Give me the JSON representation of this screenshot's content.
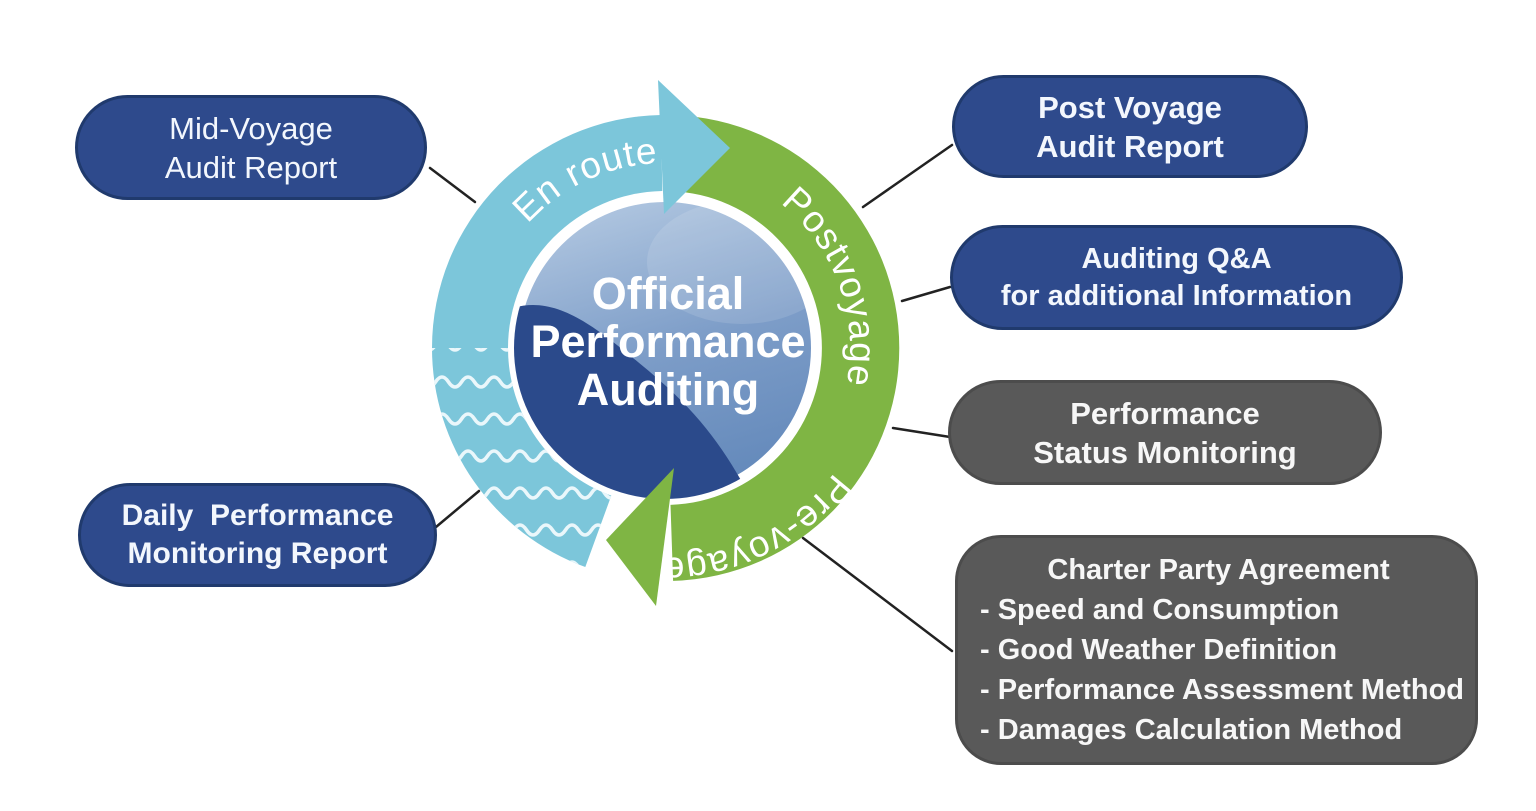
{
  "diagram": {
    "center": {
      "line1": "Official",
      "line2": "Performance",
      "line3": "Auditing"
    },
    "ring_labels": {
      "en_route": "En route",
      "postvoyage": "Postvoyage",
      "pre_voyage": "Pre-voyage"
    }
  },
  "boxes": {
    "mid_voyage": {
      "line1": "Mid-Voyage",
      "line2": "Audit Report"
    },
    "daily_performance": {
      "line1": "Daily  Performance",
      "line2": "Monitoring Report"
    },
    "post_voyage": {
      "line1": "Post Voyage",
      "line2": "Audit Report"
    },
    "auditing_qa": {
      "line1": "Auditing Q&A",
      "line2": "for additional Information"
    },
    "performance_status": {
      "line1": "Performance",
      "line2": "Status Monitoring"
    },
    "charter": {
      "title": "Charter Party Agreement",
      "items": [
        "- Speed and Consumption",
        "- Good Weather Definition",
        "- Performance Assessment Method",
        "- Damages Calculation Method"
      ]
    }
  },
  "colors": {
    "navy_box": "#2e4a8c",
    "gray_box": "#595959",
    "arc_light_blue": "#7cc6da",
    "arc_green": "#7fb544",
    "disc_dark_wave": "#2b4a8b",
    "disc_light_top": "#aec5e0",
    "disc_light_bottom": "#6288ba",
    "connector_line": "#222222",
    "text_on_shapes": "#ffffff"
  }
}
